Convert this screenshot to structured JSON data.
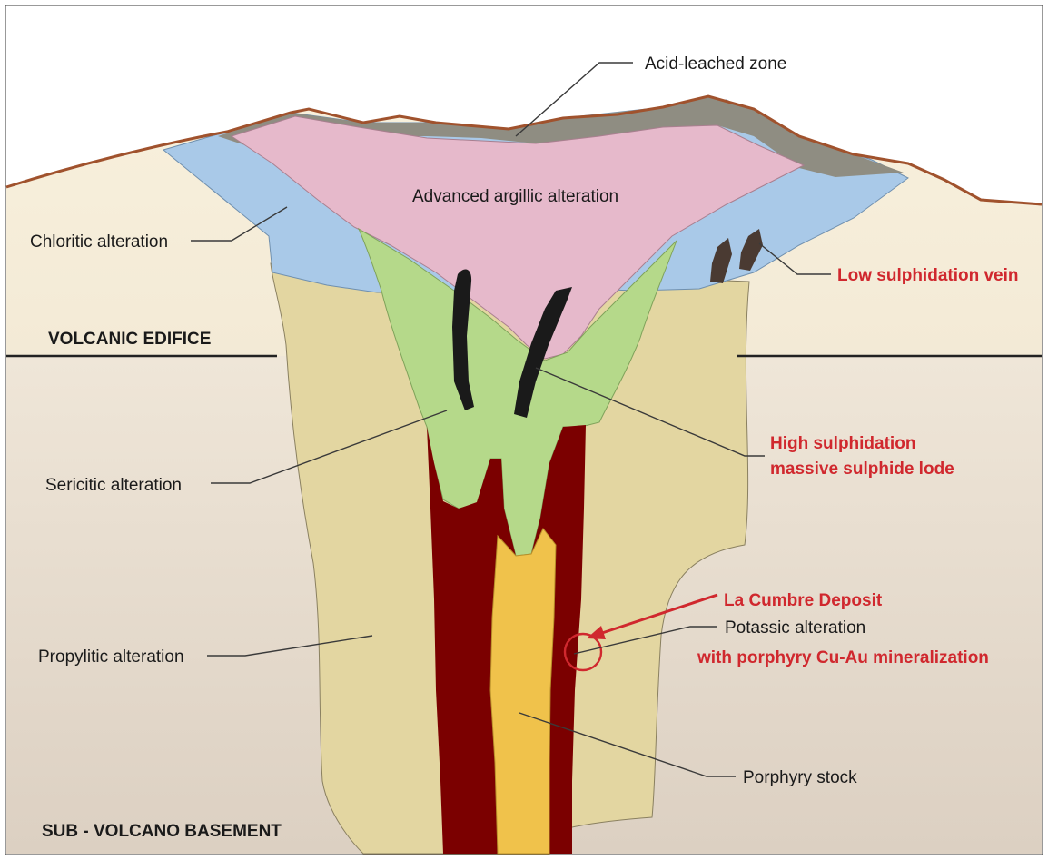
{
  "labels": {
    "acid_leached": "Acid-leached zone",
    "advanced_argillic": "Advanced argillic alteration",
    "chloritic": "Chloritic alteration",
    "low_sulphidation": "Low sulphidation vein",
    "volcanic_edifice": "VOLCANIC EDIFICE",
    "high_sulph_line1": "High sulphidation",
    "high_sulph_line2": "massive sulphide lode",
    "sericitic": "Sericitic alteration",
    "la_cumbre": "La Cumbre Deposit",
    "potassic": "Potassic alteration",
    "porphyry_mineralization": "with porphyry Cu-Au mineralization",
    "propylitic": "Propylitic alteration",
    "porphyry_stock": "Porphyry stock",
    "sub_volcano": "SUB - VOLCANO BASEMENT"
  },
  "colors": {
    "volcanic_edifice": "#f7efda",
    "basement": "#e8ddd0",
    "propylitic": "#e3d6a1",
    "chloritic": "#a9c9e8",
    "advanced_argillic": "#e6b9cb",
    "acid_leached": "#8f8d82",
    "sericitic": "#b5d98a",
    "potassic": "#7b0000",
    "porphyry_stock": "#f0c24b",
    "ridge": "#a0522d",
    "vein": "#1a1a1a",
    "low_vein": "#4a3a32",
    "highlight": "#d0282e"
  }
}
